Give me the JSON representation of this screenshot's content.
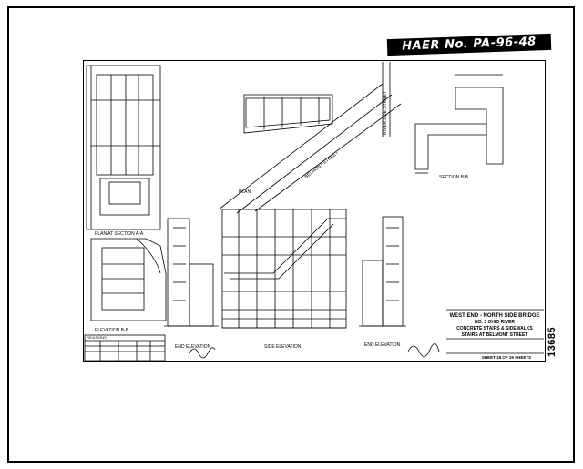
{
  "stamp": {
    "haer_number": "HAER No. PA-96-48"
  },
  "side_number": "13685",
  "title_block": {
    "line1": "WEST END - NORTH SIDE BRIDGE",
    "line2": "NO. 3 OHIO RIVER",
    "line3": "CONCRETE STAIRS & SIDEWALKS",
    "line4": "STAIRS AT BELMONT STREET",
    "sheet": "SHEET 18 OF 19 SHEETS"
  },
  "views": {
    "plan_section_aa": "PLAN AT SECTION A-A",
    "elevation_bb": "ELEVATION B-B",
    "end_elevation_left": "END ELEVATION",
    "side_elevation": "SIDE ELEVATION",
    "end_elevation_right": "END ELEVATION",
    "section_bb": "SECTION B-B",
    "plan": "PLAN",
    "belmont_street": "BELMONT STREET",
    "riverside_street": "RIVERSIDE STREET"
  },
  "revisions": {
    "header": "REVISIONS"
  }
}
